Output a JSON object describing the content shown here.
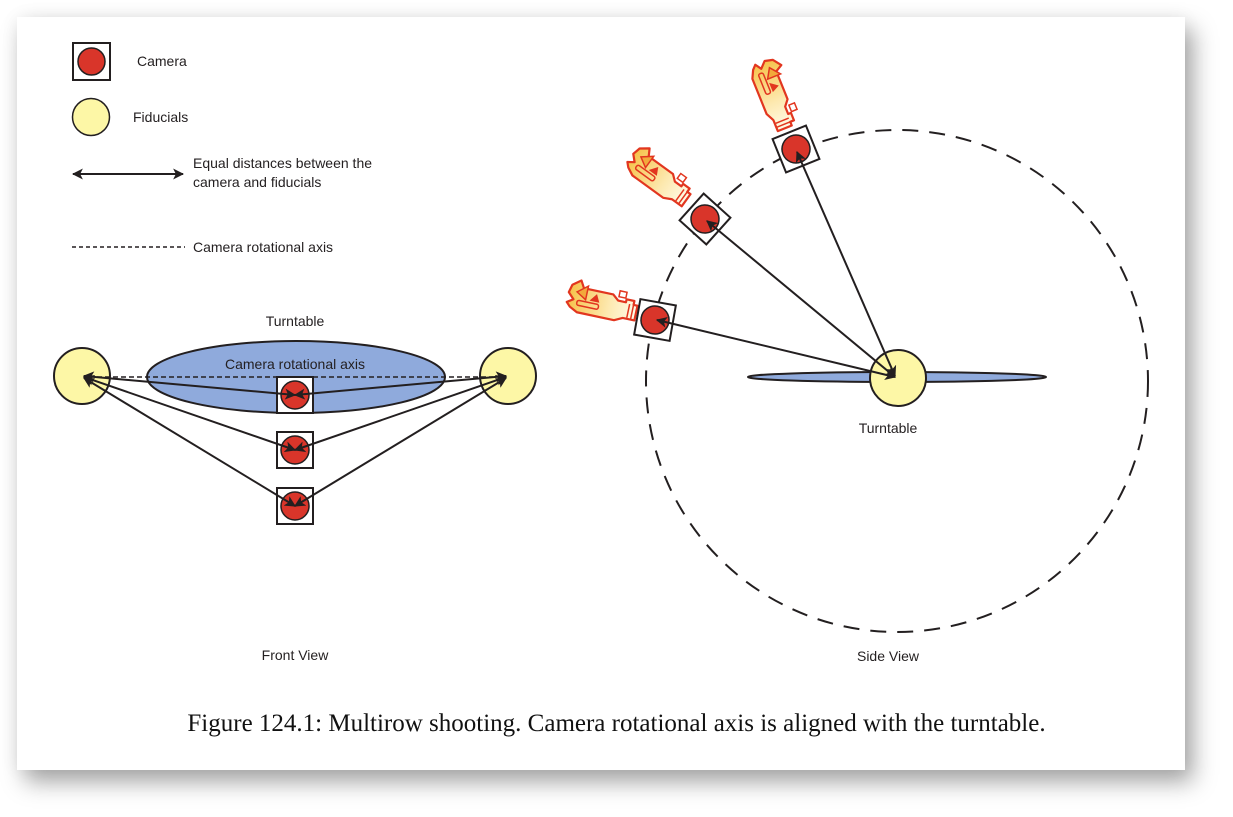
{
  "legend": {
    "camera_label": "Camera",
    "fiducials_label": "Fiducials",
    "distance_label_line1": "Equal distances between the",
    "distance_label_line2": "camera and fiducials",
    "axis_label": "Camera rotational axis"
  },
  "front_view": {
    "turntable_label": "Turntable",
    "axis_label": "Camera rotational axis",
    "view_label": "Front View",
    "camera_count": 3
  },
  "side_view": {
    "turntable_label": "Turntable",
    "view_label": "Side View",
    "camera_count": 3
  },
  "caption": "Figure 124.1: Multirow shooting. Camera rotational axis is aligned with the turntable.",
  "colors": {
    "camera_red": "#d9352a",
    "fiducial_yellow": "#fdf7a6",
    "turntable_blue": "#8faadc",
    "line": "#231f20"
  }
}
